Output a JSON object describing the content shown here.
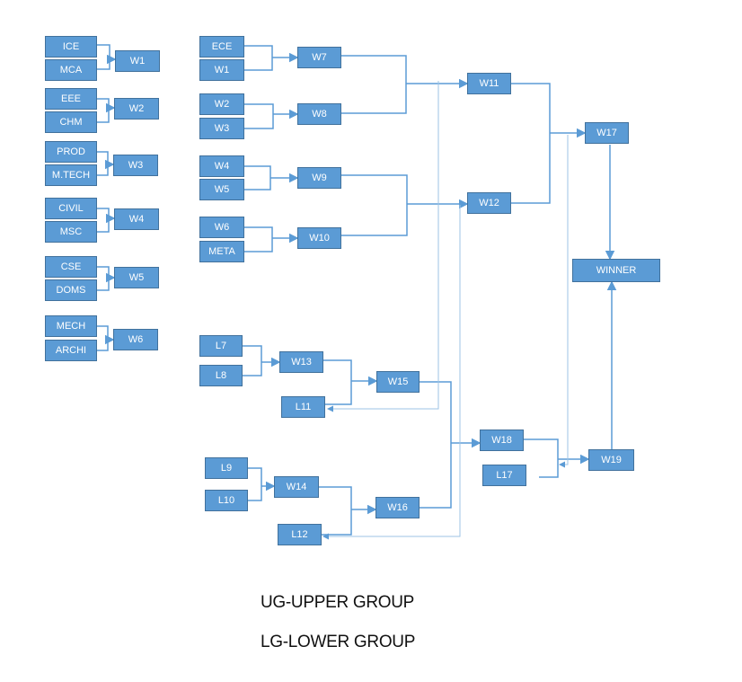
{
  "colors": {
    "box_fill": "#5b9bd5",
    "box_border": "#41719c",
    "connector": "#5b9bd5",
    "box_text": "#ffffff"
  },
  "round1": {
    "ice": "ICE",
    "mca": "MCA",
    "w1": "W1",
    "eee": "EEE",
    "chm": "CHM",
    "w2": "W2",
    "prod": "PROD",
    "mtech": "M.TECH",
    "w3": "W3",
    "civil": "CIVIL",
    "msc": "MSC",
    "w4": "W4",
    "cse": "CSE",
    "doms": "DOMS",
    "w5": "W5",
    "mech": "MECH",
    "archi": "ARCHI",
    "w6": "W6"
  },
  "upper": {
    "ece": "ECE",
    "w1": "W1",
    "w7": "W7",
    "w2": "W2",
    "w3": "W3",
    "w8": "W8",
    "w4": "W4",
    "w5": "W5",
    "w9": "W9",
    "w6": "W6",
    "meta": "META",
    "w10": "W10",
    "w11": "W11",
    "w12": "W12",
    "w17": "W17",
    "winner": "WINNER"
  },
  "lower": {
    "l7": "L7",
    "l8": "L8",
    "w13": "W13",
    "l11": "L11",
    "w15": "W15",
    "l9": "L9",
    "l10": "L10",
    "w14": "W14",
    "l12": "L12",
    "w16": "W16",
    "w18": "W18",
    "l17": "L17",
    "w19": "W19"
  },
  "legend": {
    "ug": "UG-UPPER GROUP",
    "lg": "LG-LOWER GROUP"
  }
}
